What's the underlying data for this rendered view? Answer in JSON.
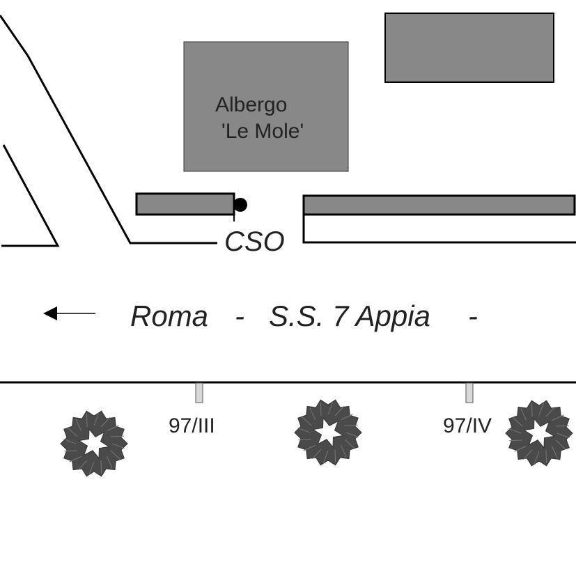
{
  "colors": {
    "building": "#888888",
    "road_line": "#000000",
    "tree": "#4a4a4a",
    "marker": "#d9d9d9",
    "text": "#222222"
  },
  "labels": {
    "hotel_line1": "Albergo",
    "hotel_line2": "'Le Mole'",
    "cso": "CSO",
    "road_roma": "Roma",
    "dash1": "-",
    "road_ss": "S.S. 7 Appia",
    "dash2": "-"
  },
  "markers": [
    {
      "label": "97/III"
    },
    {
      "label": "97/IV"
    }
  ],
  "icons": {
    "direction": "arrow-left-icon",
    "tree": "tree-icon",
    "point": "point-marker-icon"
  }
}
